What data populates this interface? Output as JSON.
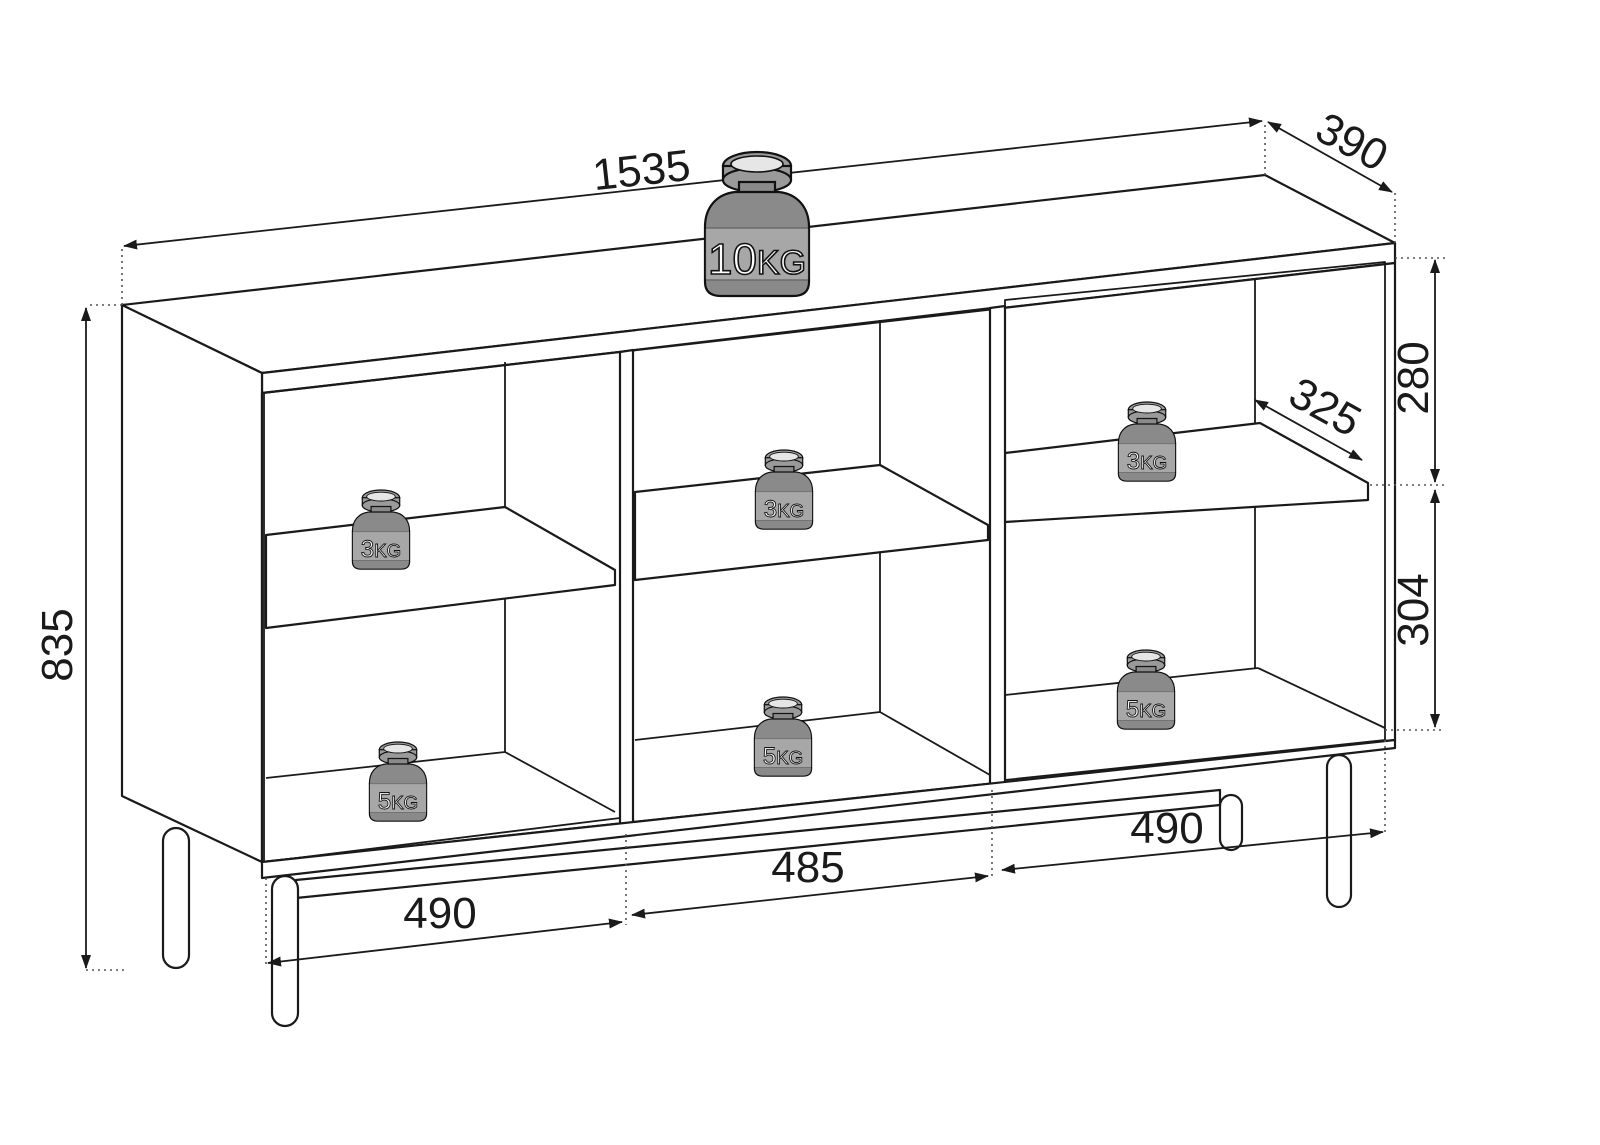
{
  "dimensions": {
    "total_width": "1535",
    "depth": "390",
    "total_height": "835",
    "upper_height": "280",
    "lower_height": "304",
    "shelf_depth": "325",
    "bottom_left": "490",
    "bottom_middle": "485",
    "bottom_right": "490"
  },
  "weights": {
    "top": {
      "num": "10",
      "unit": "KG"
    },
    "shelf_left_upper": {
      "num": "3",
      "unit": "KG"
    },
    "shelf_middle_upper": {
      "num": "3",
      "unit": "KG"
    },
    "shelf_right_upper": {
      "num": "3",
      "unit": "KG"
    },
    "shelf_left_lower": {
      "num": "5",
      "unit": "KG"
    },
    "shelf_middle_lower": {
      "num": "5",
      "unit": "KG"
    },
    "shelf_right_lower": {
      "num": "5",
      "unit": "KG"
    }
  },
  "colors": {
    "line": "#1a1a1a",
    "weight_fill": "#8a8a8a",
    "background": "#ffffff"
  }
}
